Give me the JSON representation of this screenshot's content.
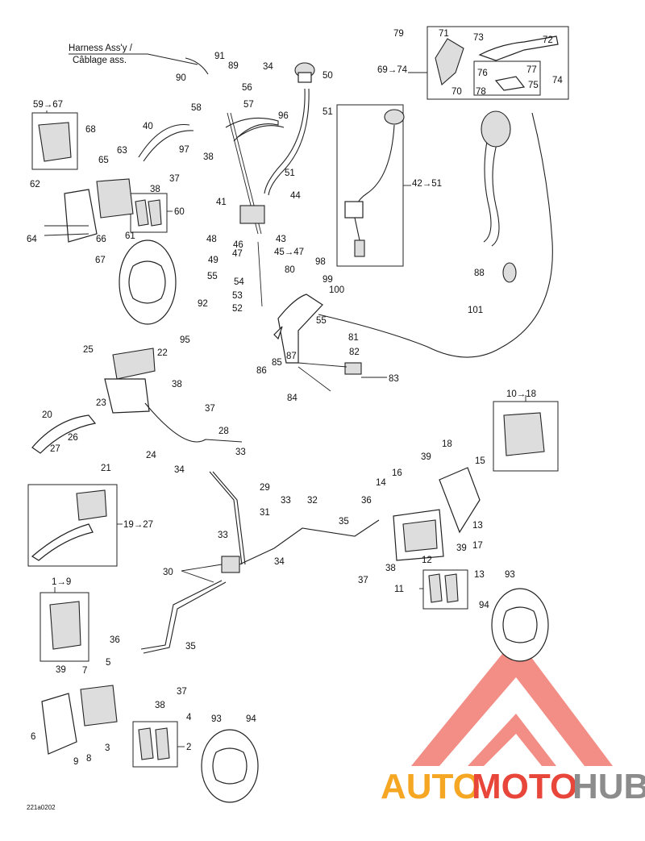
{
  "diagram": {
    "harness_label_en": "Harness Ass'y /",
    "harness_label_fr": "Câblage ass.",
    "drawing_code": "221a0202",
    "watermark": {
      "part1": "AUTO",
      "part2": "MOTO",
      "part3": "HUB",
      "color1": "#f5a623",
      "color2": "#e8463a",
      "color3": "#8c8c8c"
    },
    "callouts": {
      "c79": "79",
      "c71": "71",
      "c73": "73",
      "c72": "72",
      "c6974": "69→74",
      "c70": "70",
      "c76": "76",
      "c77": "77",
      "c75": "75",
      "c78": "78",
      "c74": "74",
      "c91": "91",
      "c90": "90",
      "c89": "89",
      "c56": "56",
      "c58": "58",
      "c57": "57",
      "c34a": "34",
      "c50": "50",
      "c51a": "51",
      "c96": "96",
      "c40": "40",
      "c97": "97",
      "c38a": "38",
      "c5967": "59→67",
      "c68": "68",
      "c63": "63",
      "c65": "65",
      "c62": "62",
      "c37a": "37",
      "c38b": "38",
      "c60": "60",
      "c64": "64",
      "c66": "66",
      "c61": "61",
      "c67": "67",
      "c51b": "51",
      "c44": "44",
      "c4251": "42→51",
      "c41": "41",
      "c48": "48",
      "c43": "43",
      "c46": "46",
      "c47": "47",
      "c4547": "45→47",
      "c49": "49",
      "c55a": "55",
      "c54": "54",
      "c53": "53",
      "c52": "52",
      "c92": "92",
      "c95": "95",
      "c80": "80",
      "c98": "98",
      "c99": "99",
      "c100": "100",
      "c55b": "55",
      "c88": "88",
      "c101": "101",
      "c81": "81",
      "c82": "82",
      "c87": "87",
      "c85": "85",
      "c86": "86",
      "c83": "83",
      "c84": "84",
      "c25": "25",
      "c22": "22",
      "c23": "23",
      "c20": "20",
      "c26": "26",
      "c27": "27",
      "c21": "21",
      "c24": "24",
      "c38c": "38",
      "c37b": "37",
      "c28": "28",
      "c33a": "33",
      "c34b": "34",
      "c1927": "19→27",
      "c29": "29",
      "c31": "31",
      "c33b": "33",
      "c32": "32",
      "c33c": "33",
      "c34c": "34",
      "c30": "30",
      "c1018": "10→18",
      "c18": "18",
      "c39a": "39",
      "c15": "15",
      "c14": "14",
      "c16": "16",
      "c36a": "36",
      "c35a": "35",
      "c13a": "13",
      "c17": "17",
      "c39b": "39",
      "c12": "12",
      "c38d": "38",
      "c37c": "37",
      "c11": "11",
      "c13b": "13",
      "c94a": "94",
      "c93a": "93",
      "c19": "1→9",
      "c36b": "36",
      "c35b": "35",
      "c39c": "39",
      "c7": "7",
      "c5": "5",
      "c38e": "38",
      "c37d": "37",
      "c4": "4",
      "c6": "6",
      "c2": "2",
      "c3": "3",
      "c9": "9",
      "c8": "8",
      "c93b": "93",
      "c94b": "94"
    }
  }
}
